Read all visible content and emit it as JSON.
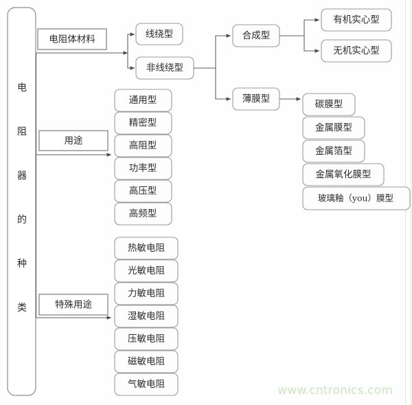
{
  "page": {
    "title": "电阻器的种类",
    "background": "#fefefe",
    "watermark": "www.cntronics.com",
    "watermark_color": "#cfe3c4",
    "line_color": "#5f5f5f",
    "box_fill": "#fdfdfd",
    "box_stroke": "#9a9a9a",
    "text_color": "#2b2b2b"
  },
  "root": {
    "label": "电阻器的种类",
    "chars": [
      "电",
      "阻",
      "器",
      "的",
      "种",
      "类"
    ],
    "shape": "rounded-rect-vertical"
  },
  "branches": {
    "material": {
      "label": "电阻体材料",
      "shape": "rectangle"
    },
    "usage": {
      "label": "用途",
      "shape": "rectangle"
    },
    "special_usage": {
      "label": "特殊用途",
      "shape": "rectangle"
    }
  },
  "material_children": [
    {
      "label": "线绕型"
    },
    {
      "label": "非线绕型"
    }
  ],
  "nonwound_children": [
    {
      "label": "合成型"
    },
    {
      "label": "薄膜型"
    }
  ],
  "synthetic_children": [
    {
      "label": "有机实心型"
    },
    {
      "label": "无机实心型"
    }
  ],
  "film_children": [
    {
      "label": "碳膜型"
    },
    {
      "label": "金属膜型"
    },
    {
      "label": "金属箔型"
    },
    {
      "label": "金属氧化膜型"
    },
    {
      "label": "玻璃釉（you）膜型"
    }
  ],
  "usage_children": [
    {
      "label": "通用型"
    },
    {
      "label": "精密型"
    },
    {
      "label": "高阻型"
    },
    {
      "label": "功率型"
    },
    {
      "label": "高压型"
    },
    {
      "label": "高频型"
    }
  ],
  "special_usage_children": [
    {
      "label": "热敏电阻"
    },
    {
      "label": "光敏电阻"
    },
    {
      "label": "力敏电阻"
    },
    {
      "label": "湿敏电阻"
    },
    {
      "label": "压敏电阻"
    },
    {
      "label": "磁敏电阻"
    },
    {
      "label": "气敏电阻"
    }
  ]
}
